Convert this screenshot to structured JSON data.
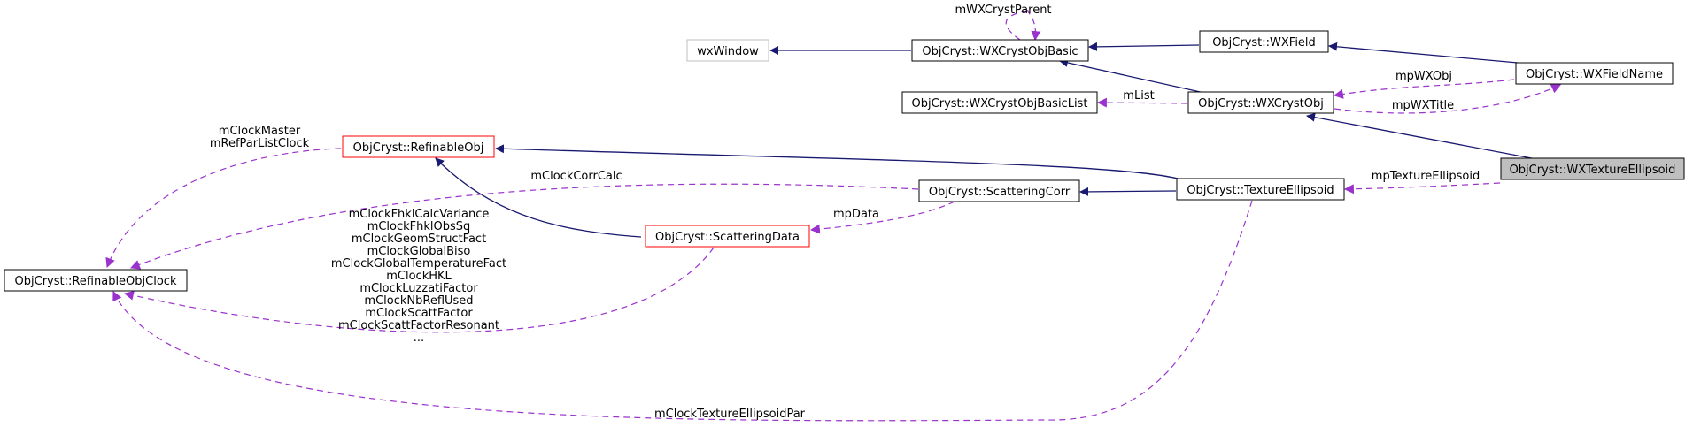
{
  "colors": {
    "inheritance_edge": "#191970",
    "usage_edge": "#9a32cd",
    "node_border_default": "#000000",
    "node_border_truncated": "#ff0000",
    "node_border_external": "#bfbfbf",
    "node_fill_highlight": "#bfbfbf"
  },
  "nodes": {
    "wxWindow": "wxWindow",
    "WXCrystObjBasic": "ObjCryst::WXCrystObjBasic",
    "WXField": "ObjCryst::WXField",
    "WXFieldName": "ObjCryst::WXFieldName",
    "WXCrystObjBasicList": "ObjCryst::WXCrystObjBasicList",
    "WXCrystObj": "ObjCryst::WXCrystObj",
    "RefinableObj": "ObjCryst::RefinableObj",
    "WXTextureEllipsoid": "ObjCryst::WXTextureEllipsoid",
    "ScatteringCorr": "ObjCryst::ScatteringCorr",
    "TextureEllipsoid": "ObjCryst::TextureEllipsoid",
    "ScatteringData": "ObjCryst::ScatteringData",
    "RefinableObjClock": "ObjCryst::RefinableObjClock"
  },
  "edge_labels": {
    "mWXCrystParent": "mWXCrystParent",
    "mpWXObj": "mpWXObj",
    "mList": "mList",
    "mpWXTitle": "mpWXTitle",
    "mClockMaster": [
      "mClockMaster",
      "mRefParListClock"
    ],
    "mClockCorrCalc": "mClockCorrCalc",
    "mpTextureEllipsoid": "mpTextureEllipsoid",
    "mpData": "mpData",
    "scatteringDataClocks": [
      "mClockFhklCalcVariance",
      "mClockFhklObsSq",
      "mClockGeomStructFact",
      "mClockGlobalBiso",
      "mClockGlobalTemperatureFact",
      "mClockHKL",
      "mClockLuzzatiFactor",
      "mClockNbReflUsed",
      "mClockScattFactor",
      "mClockScattFactorResonant",
      "..."
    ],
    "mClockTextureEllipsoidPar": "mClockTextureEllipsoidPar"
  }
}
